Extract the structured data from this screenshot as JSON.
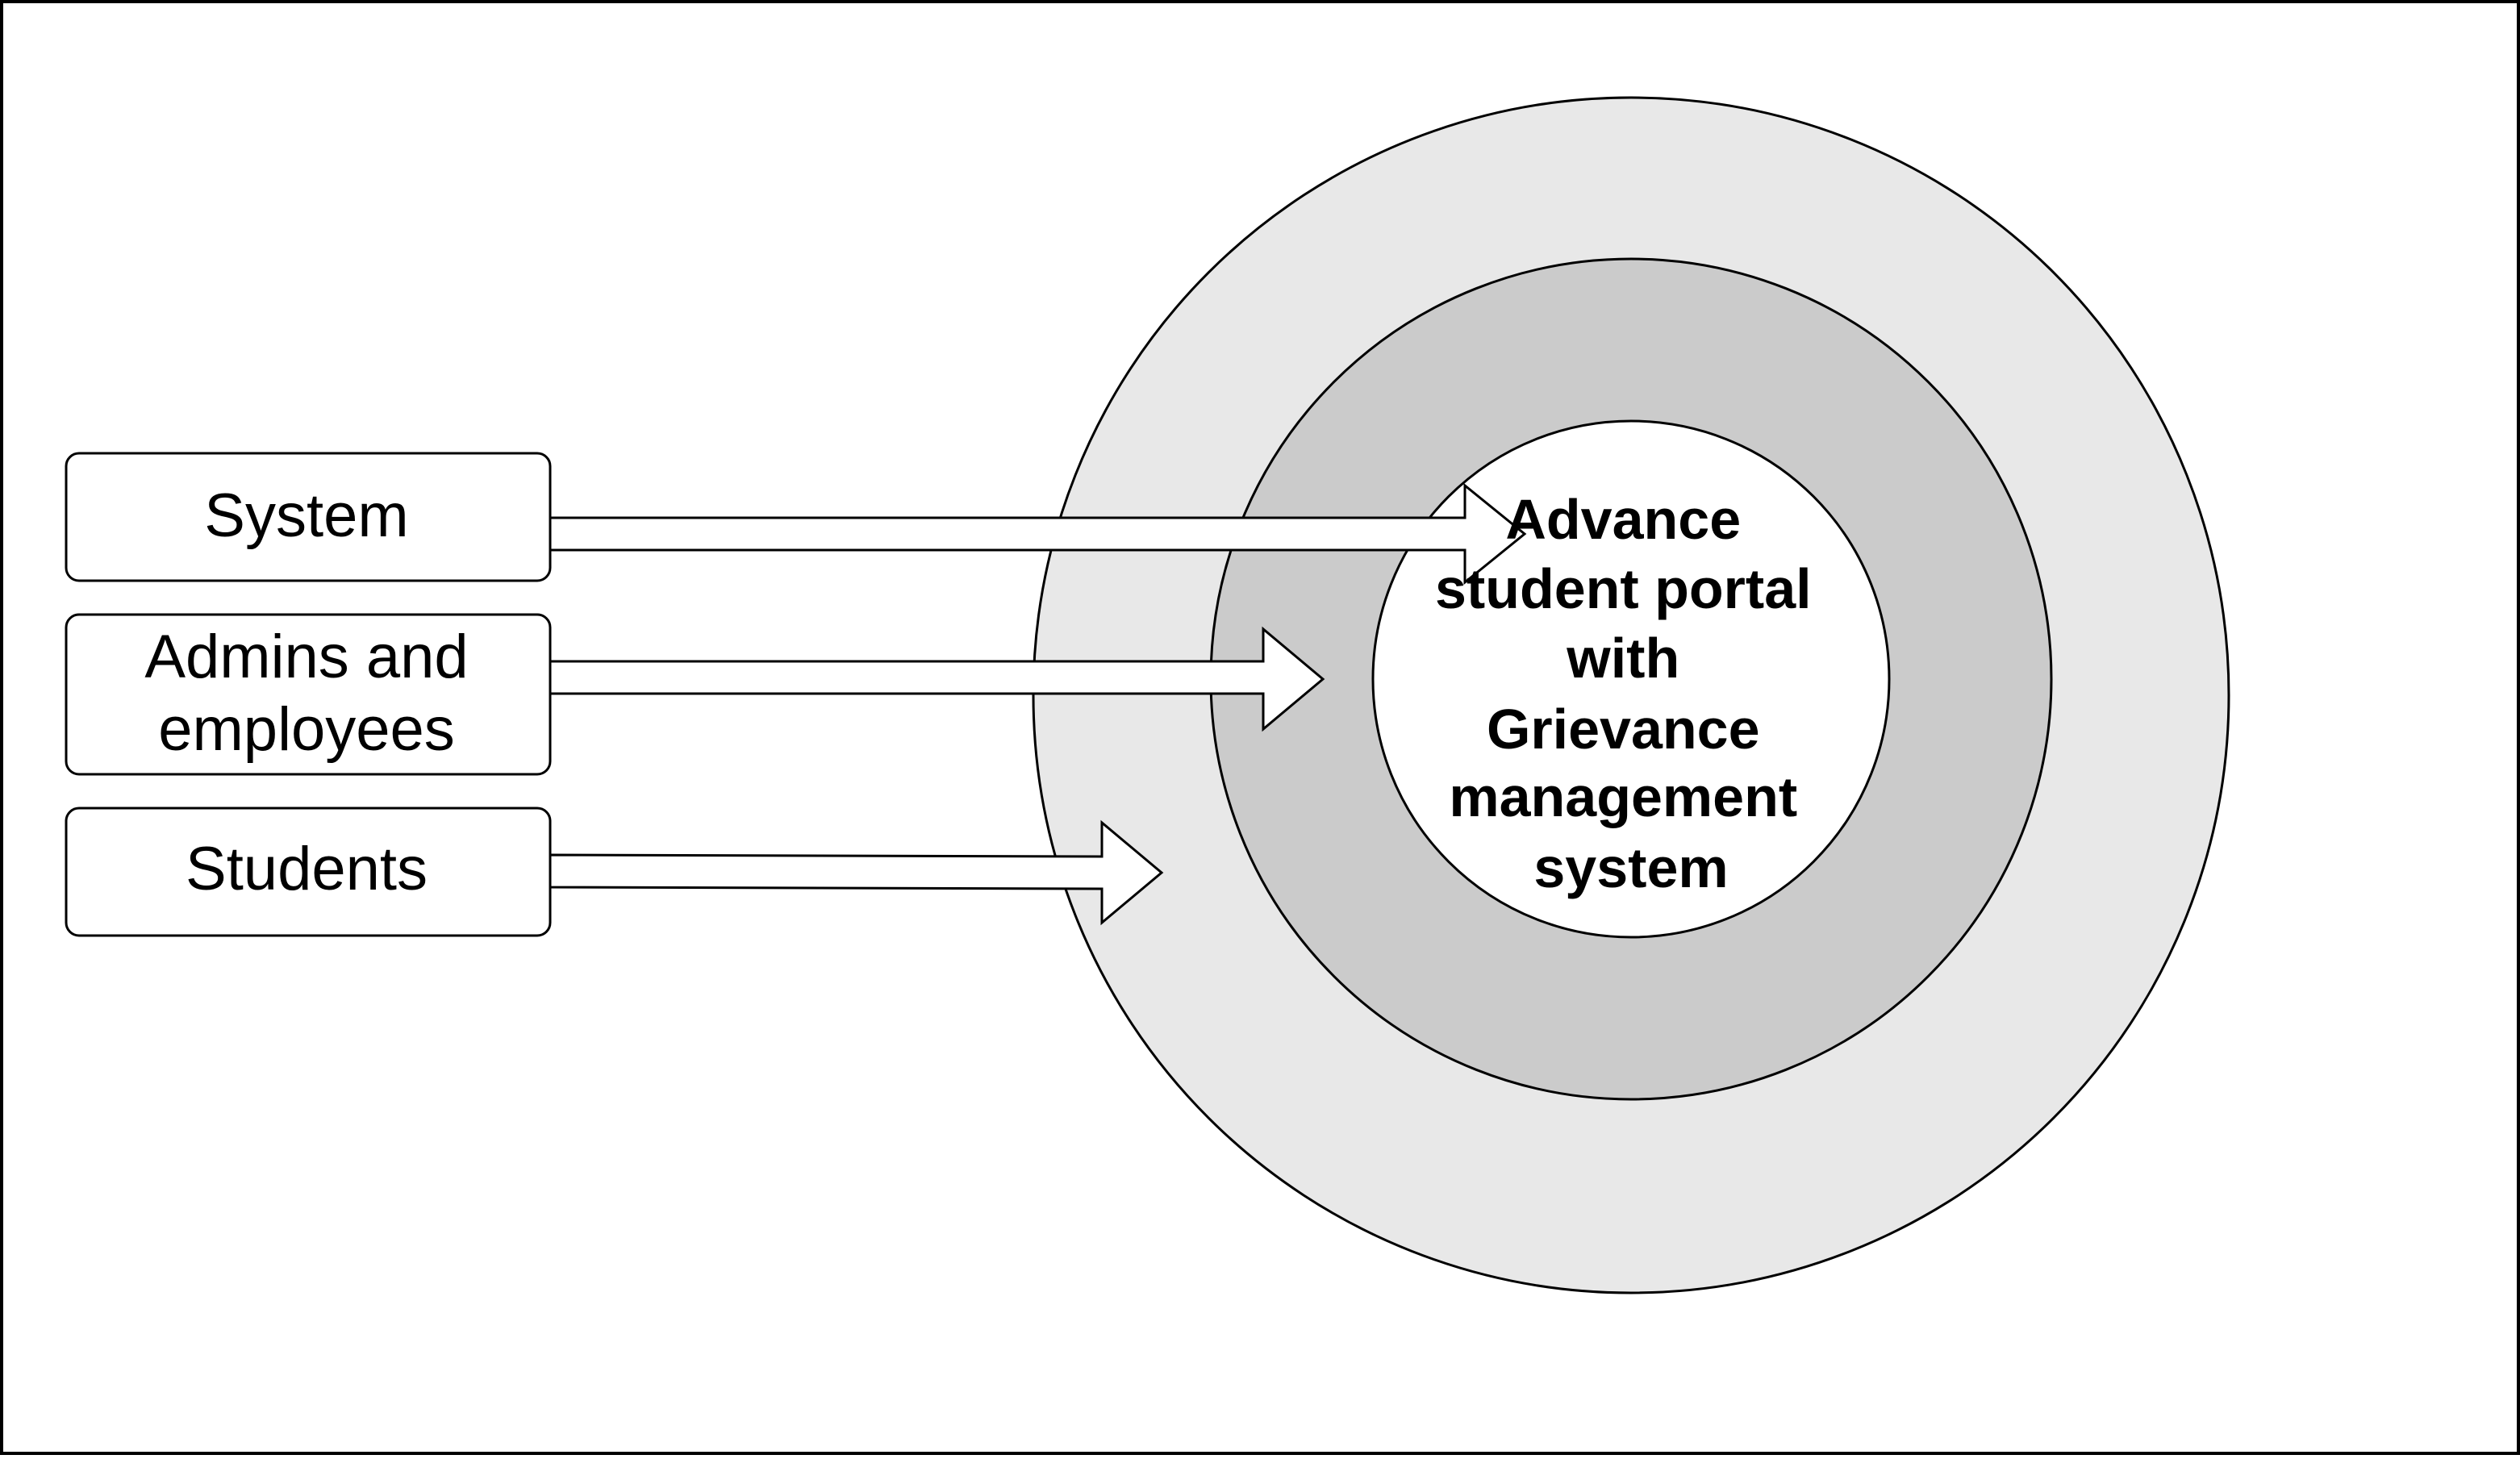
{
  "diagram": {
    "actors": [
      {
        "label_lines": [
          "System"
        ]
      },
      {
        "label_lines": [
          "Admins and",
          "employees"
        ]
      },
      {
        "label_lines": [
          "Students"
        ]
      }
    ],
    "core": {
      "label_lines": [
        "Advance",
        "student portal",
        "with",
        "Grievance",
        "management",
        "system"
      ]
    },
    "colors": {
      "outer_ring": "#e8e8e8",
      "middle_ring": "#cbcbcb",
      "inner_circle": "#ffffff",
      "stroke": "#000000"
    }
  }
}
